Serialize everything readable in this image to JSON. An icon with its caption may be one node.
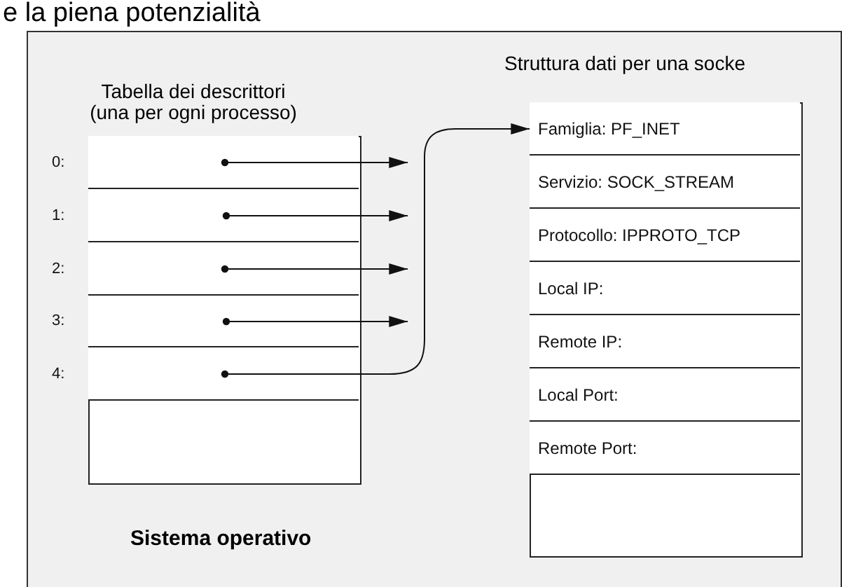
{
  "diagram": {
    "nodes": [
      {
        "text": [
          "Sistema operativo"
        ]
      },
      {
        "text": [
          "Tabella dei descrittori (una per ogni processo)"
        ],
        "in": 0
      },
      {
        "text": [],
        "shape": "box",
        "beside": [
          "0:"
        ],
        "in": 1
      },
      {
        "text": [],
        "shape": "box",
        "beside": [
          "1:"
        ],
        "in": 1
      },
      {
        "text": [],
        "shape": "box",
        "beside": [
          "2:"
        ],
        "in": 1
      },
      {
        "text": [],
        "shape": "box",
        "beside": [
          "3:"
        ],
        "in": 1
      },
      {
        "text": [],
        "shape": "box",
        "beside": [
          "4:"
        ],
        "in": 1
      },
      {
        "text": [
          "Struttura dati per una socke"
        ],
        "in": 0
      },
      {
        "text": [
          "Famiglia:  PF_INET"
        ],
        "in": 7
      },
      {
        "text": [
          "Servizio:  SOCK_STREAM"
        ],
        "in": 7
      },
      {
        "text": [
          "Protocollo: IPPROTO_TCP"
        ],
        "in": 7
      },
      {
        "text": [
          "Local IP:"
        ],
        "in": 7
      },
      {
        "text": [
          "Remote IP:"
        ],
        "in": 7
      },
      {
        "text": [
          "Local Port:"
        ],
        "in": 7
      },
      {
        "text": [
          "Remote Port:"
        ],
        "in": 7
      }
    ],
    "edges": [
      {
        "from": 2,
        "to": null,
        "arrow": "to"
      },
      {
        "from": 3,
        "to": null,
        "arrow": "to"
      },
      {
        "from": 4,
        "to": null,
        "arrow": "to"
      },
      {
        "from": 5,
        "to": null,
        "arrow": "to"
      },
      {
        "from": 6,
        "to": 8,
        "arrow": "to"
      }
    ],
    "labels": [
      "e la piena potenzialità"
    ]
  }
}
